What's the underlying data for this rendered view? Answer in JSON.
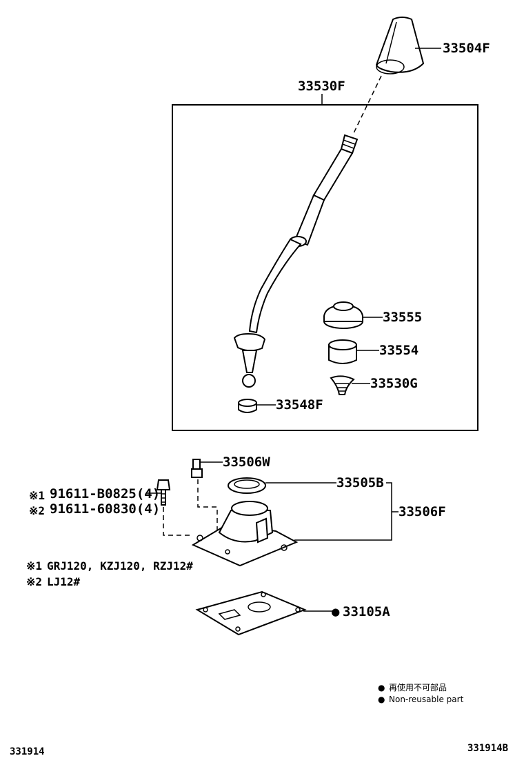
{
  "parts": {
    "knob": "33504F",
    "lever_assembly": "33530F",
    "boot": "33555",
    "bushing": "33554",
    "spring": "33530G",
    "seat": "33548F",
    "retainer_pin": "33506W",
    "retainer_ring": "33505B",
    "retainer_housing": "33506F",
    "bolt_1": "91611-B0825(4)",
    "bolt_2": "91611-60830(4)",
    "gasket": "33105A"
  },
  "marks": {
    "note_1": "※1",
    "note_2": "※2",
    "non_reusable_dot": "●"
  },
  "notes": {
    "note_1_text": "GRJ120, KZJ120, RZJ12#",
    "note_2_text": "LJ12#"
  },
  "legend": {
    "japanese": "再使用不可部品",
    "english": "Non-reusable part"
  },
  "footer": {
    "left_code": "331914",
    "right_code": "331914B"
  }
}
